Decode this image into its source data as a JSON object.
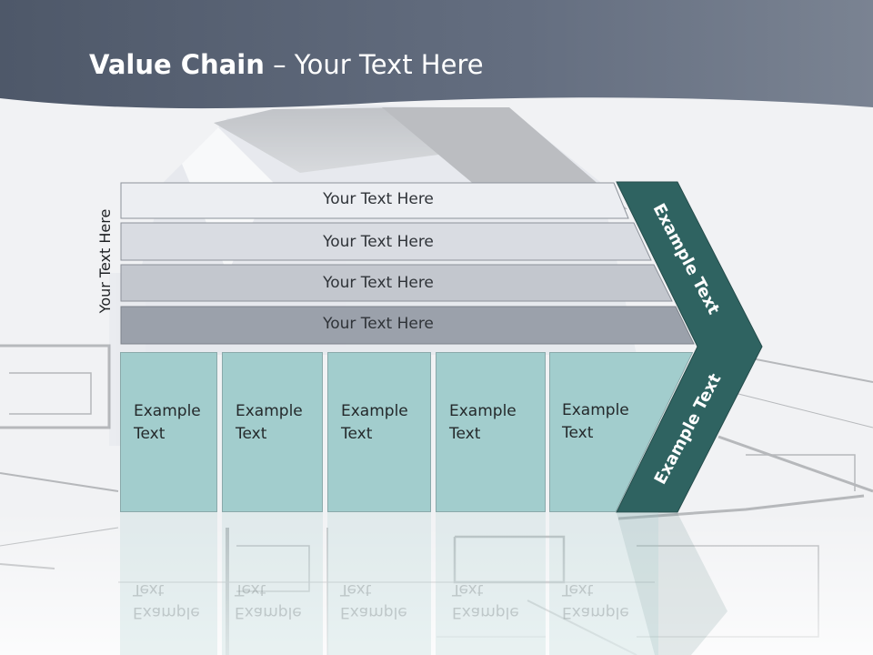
{
  "slide": {
    "title_bold": "Value Chain",
    "title_rest": " – Your Text Here",
    "vertical_label": "Your Text Here",
    "rows": [
      {
        "label": "Your Text Here"
      },
      {
        "label": "Your Text Here"
      },
      {
        "label": "Your Text Here"
      },
      {
        "label": "Your Text Here"
      }
    ],
    "cells": [
      {
        "text": "Example\nText"
      },
      {
        "text": "Example\nText"
      },
      {
        "text": "Example\nText"
      },
      {
        "text": "Example\nText"
      },
      {
        "text": "Example\nText"
      }
    ],
    "arrow_upper_label": "Example Text",
    "arrow_lower_label": "Example Text"
  },
  "colors": {
    "header_band": "#5f6a7b",
    "row_1": "#eceef2",
    "row_2": "#d9dce2",
    "row_3": "#c3c7ce",
    "row_4": "#9ba1ab",
    "cell_fill": "#a2cdcd",
    "arrow_fill": "#2f6361"
  }
}
